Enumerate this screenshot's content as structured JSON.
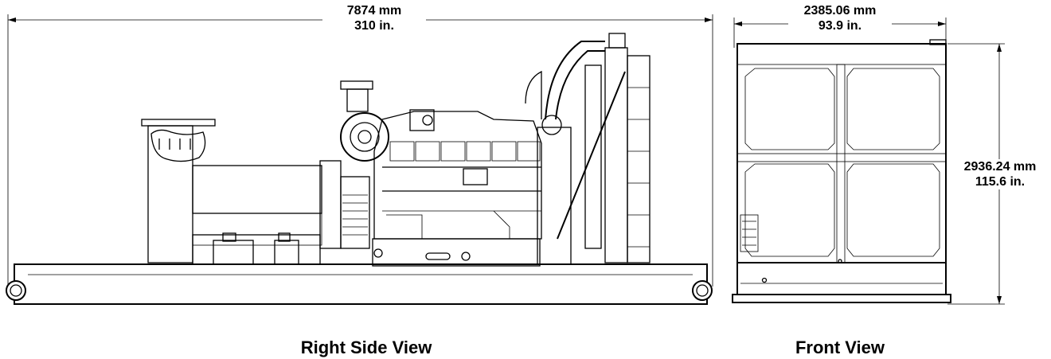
{
  "views": {
    "side": {
      "caption": "Right Side View",
      "length_mm": "7874 mm",
      "length_in": "310 in."
    },
    "front": {
      "caption": "Front View",
      "width_mm": "2385.06 mm",
      "width_in": "93.9 in.",
      "height_mm": "2936.24 mm",
      "height_in": "115.6 in."
    }
  }
}
